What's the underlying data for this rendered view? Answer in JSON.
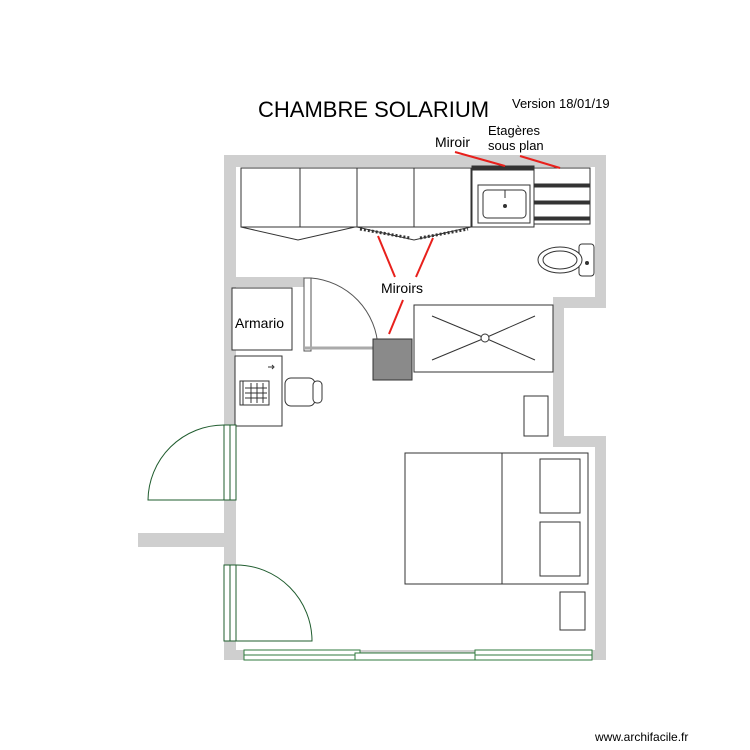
{
  "plan": {
    "title": "CHAMBRE SOLARIUM",
    "version": "Version 18/01/19",
    "labels": {
      "miroir": "Miroir",
      "etageres_line1": "Etagères",
      "etageres_line2": "sous plan",
      "miroirs": "Miroirs",
      "armario": "Armario"
    },
    "watermark": "www.archifacile.fr"
  },
  "colors": {
    "wall": "#cfcfcf",
    "annotation_red": "#e8201c",
    "door_green": "#1f5c2e",
    "window_green": "#2f7a3e",
    "stroke": "#333333",
    "mirror_box": "#8a8a8a"
  }
}
